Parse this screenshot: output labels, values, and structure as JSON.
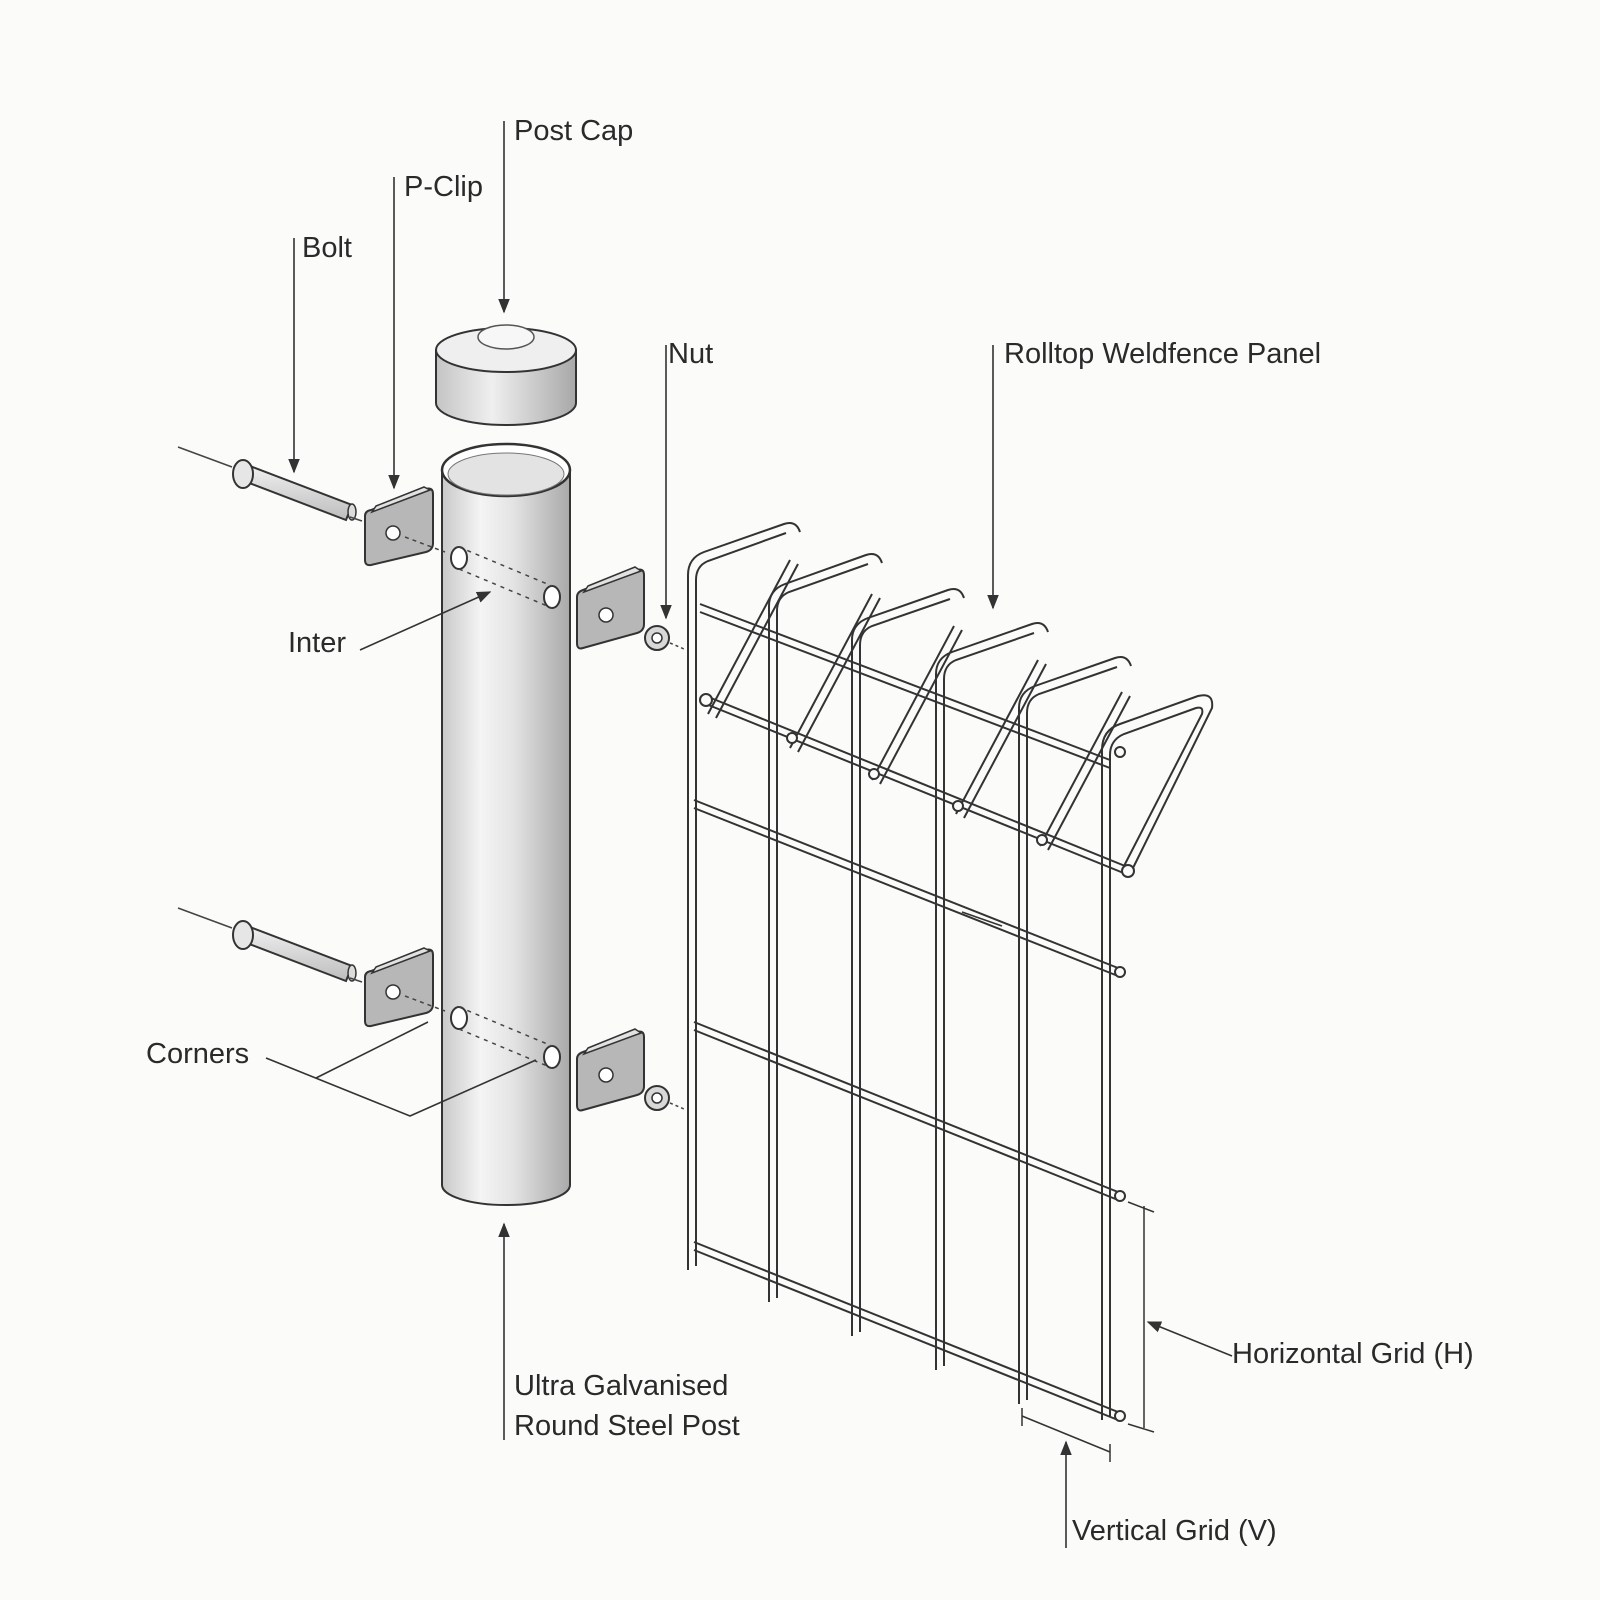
{
  "labels": {
    "post_cap": "Post Cap",
    "p_clip": "P-Clip",
    "bolt": "Bolt",
    "nut": "Nut",
    "panel": "Rolltop Weldfence Panel",
    "inter": "Inter",
    "corners": "Corners",
    "post_line1": "Ultra Galvanised",
    "post_line2": "Round Steel Post",
    "horizontal": "Horizontal Grid (H)",
    "vertical": "Vertical Grid (V)"
  },
  "colors": {
    "background": "#fbfbf9",
    "line": "#3a3a3a",
    "metal_light": "#f2f2f2",
    "metal_dark": "#b8b8b8"
  }
}
